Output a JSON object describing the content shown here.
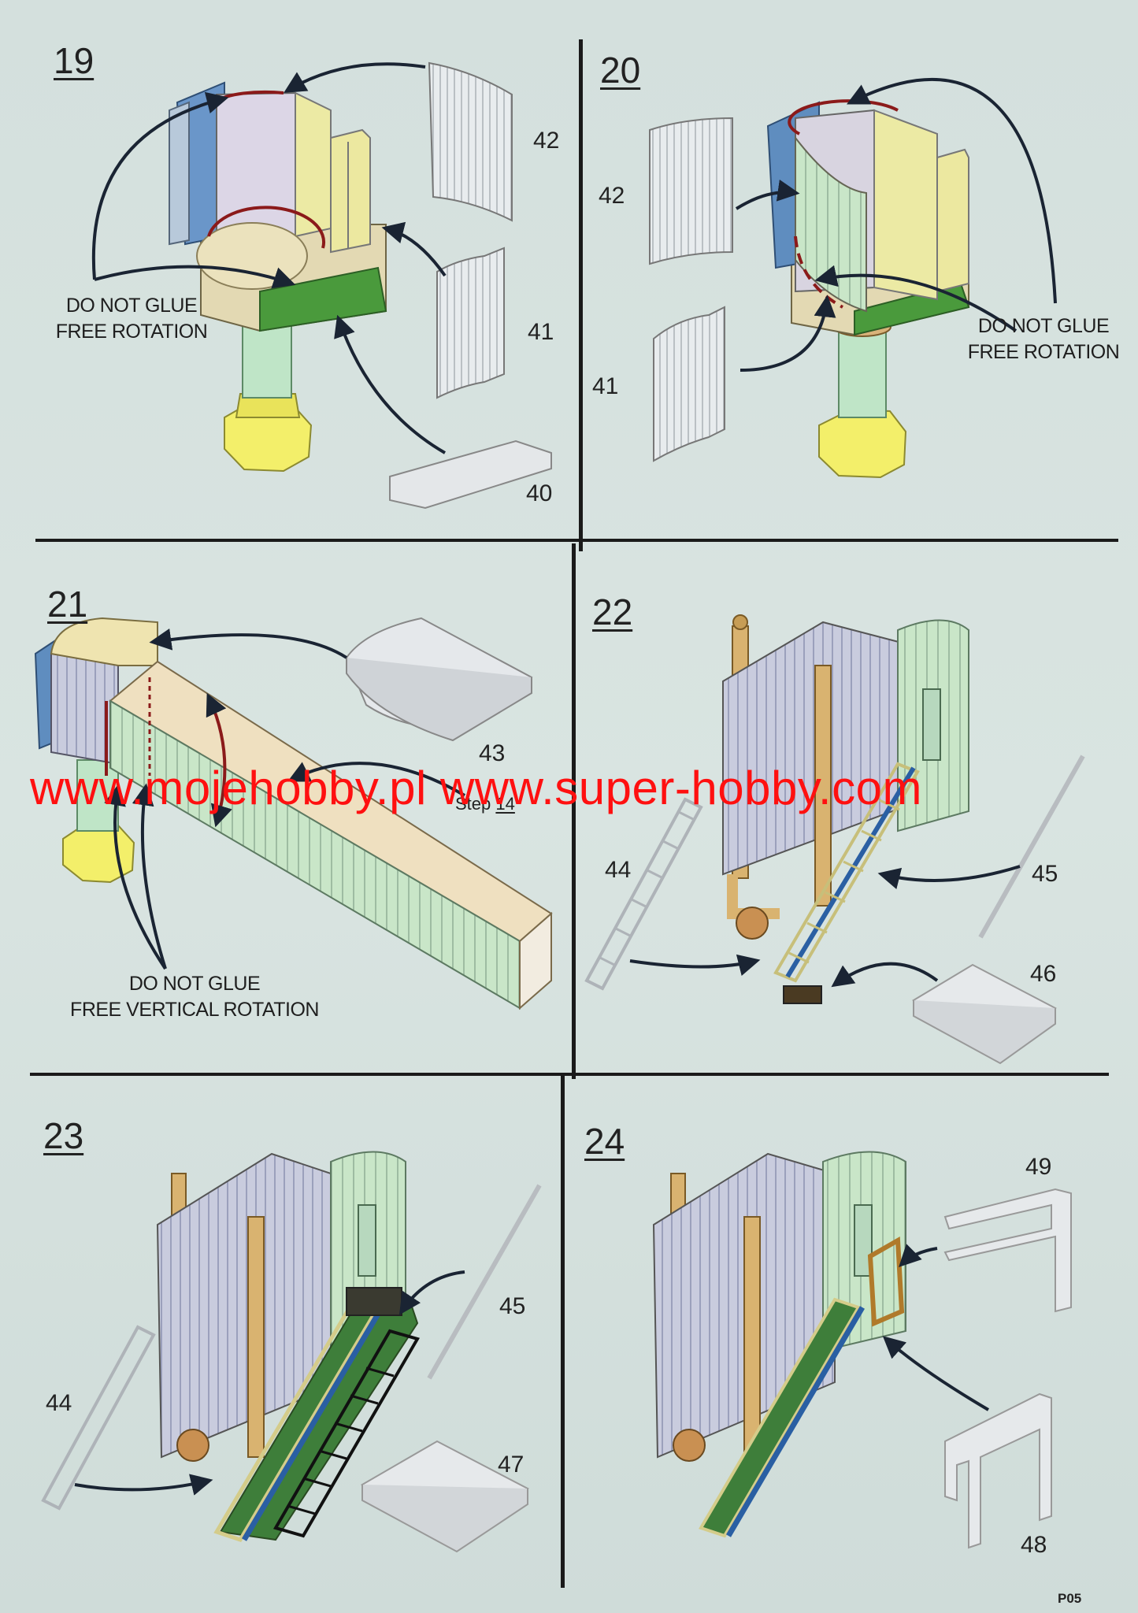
{
  "steps": [
    {
      "number": "19",
      "parts": [
        "42",
        "41",
        "40"
      ],
      "note": [
        "DO NOT GLUE",
        "FREE ROTATION"
      ]
    },
    {
      "number": "20",
      "parts": [
        "42",
        "41"
      ],
      "note": [
        "DO NOT GLUE",
        "FREE ROTATION"
      ]
    },
    {
      "number": "21",
      "parts": [
        "43"
      ],
      "ref": {
        "label": "Step",
        "number": "14"
      },
      "note": [
        "DO NOT GLUE",
        "FREE VERTICAL ROTATION"
      ]
    },
    {
      "number": "22",
      "parts": [
        "44",
        "45",
        "46"
      ]
    },
    {
      "number": "23",
      "parts": [
        "45",
        "44",
        "47"
      ]
    },
    {
      "number": "24",
      "parts": [
        "49",
        "48"
      ]
    }
  ],
  "watermark": "www.mojehobby.pl www.super-hobby.com",
  "page_number": "P05",
  "colors": {
    "background": "#d6e2df",
    "watermark": "#ff1010",
    "arrow": "#1a2433"
  }
}
